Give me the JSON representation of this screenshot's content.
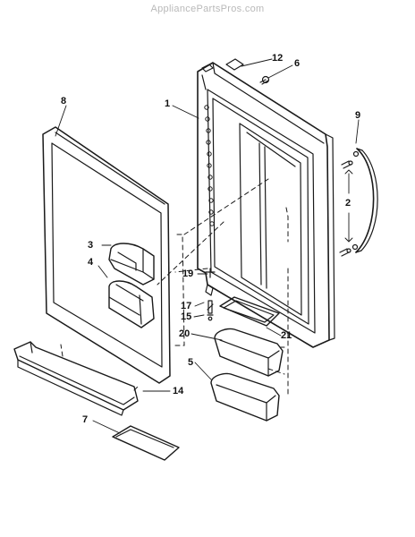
{
  "watermark": "AppliancePartsPros.com",
  "callouts": {
    "c1": "1",
    "c2": "2",
    "c3": "3",
    "c4": "4",
    "c5": "5",
    "c6": "6",
    "c7": "7",
    "c8": "8",
    "c9": "9",
    "c12": "12",
    "c14": "14",
    "c15": "15",
    "c17": "17",
    "c19": "19",
    "c20": "20",
    "c21": "21"
  }
}
